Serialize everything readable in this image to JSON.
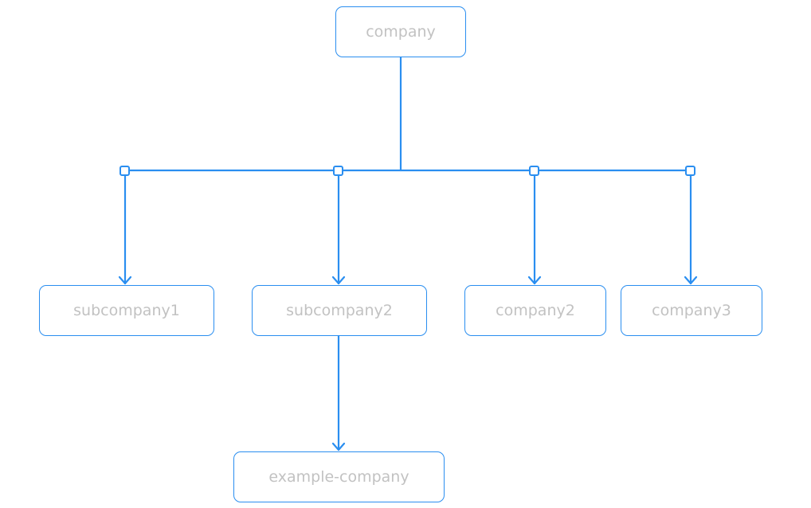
{
  "diagram": {
    "nodes": {
      "company": "company",
      "subcompany1": "subcompany1",
      "subcompany2": "subcompany2",
      "company2": "company2",
      "company3": "company3",
      "example_company": "example-company"
    }
  },
  "colors": {
    "connector": "#2a8ef0",
    "node_border": "#2a8ef0",
    "node_text": "#c2c2c2",
    "background": "#ffffff"
  }
}
